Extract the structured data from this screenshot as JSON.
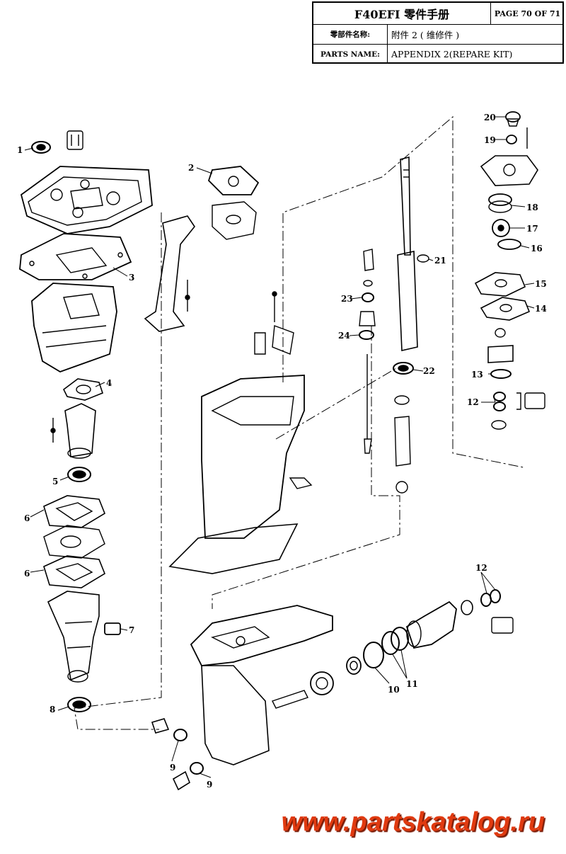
{
  "header": {
    "model": "F40EFI 零件手册",
    "page": "PAGE 70 OF 71",
    "row2_label": "零部件名称:",
    "row2_value": "附件 2 ( 维修件 )",
    "row3_label": "PARTS NAME:",
    "row3_value": "APPENDIX 2(REPARE KIT)"
  },
  "callouts": [
    "1",
    "2",
    "3",
    "4",
    "5",
    "6",
    "6",
    "7",
    "8",
    "9",
    "9",
    "10",
    "11",
    "12",
    "12",
    "13",
    "14",
    "15",
    "16",
    "17",
    "18",
    "19",
    "20",
    "21",
    "22",
    "23",
    "24"
  ],
  "watermark": "www.partskatalog.ru",
  "colors": {
    "ink": "#000000",
    "watermark": "#e03a10"
  }
}
